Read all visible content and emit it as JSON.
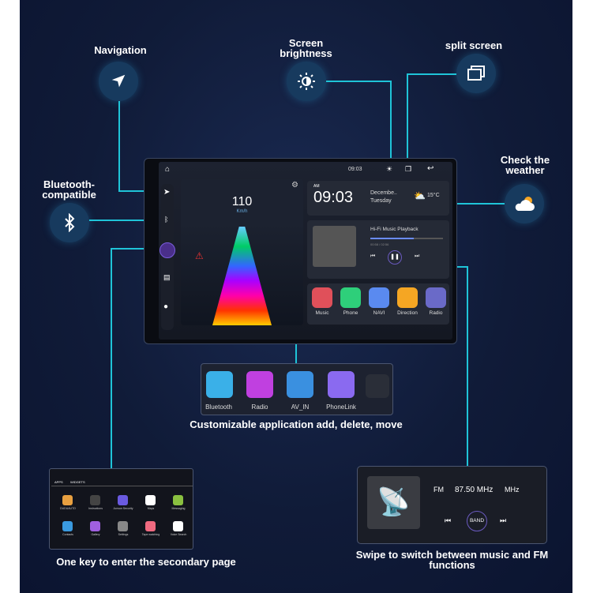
{
  "callouts": {
    "navigation": "Navigation",
    "brightness": "Screen brightness",
    "split": "split screen",
    "weather": "Check the weather",
    "bluetooth": "Bluetooth-compatible"
  },
  "device": {
    "status_time": "09:03",
    "speed": "110",
    "speed_unit": "Km/h",
    "clock_ampm": "AM",
    "clock": "09:03",
    "date": "Decembe..",
    "weekday": "Tuesday",
    "temperature": "15°C",
    "music_title": "Hi-Fi Music Playback",
    "music_time": "00:58 / 02:56",
    "music_progress": 0.6,
    "apps": [
      "Music",
      "Phone",
      "NAVI",
      "Direction",
      "Radio"
    ]
  },
  "app_strip": {
    "apps": [
      "Bluetooth",
      "Radio",
      "AV_IN",
      "PhoneLink"
    ],
    "caption": "Customizable application add, delete, move"
  },
  "secondary": {
    "tabs": [
      "APPS",
      "WIDGETS"
    ],
    "apps": [
      "DUDUAUTO",
      "Instructions",
      "Junsun Security",
      "Maps",
      "Messaging",
      "Contacts",
      "Gallery",
      "Settings",
      "Tape watching",
      "Voice Search"
    ],
    "caption": "One key to enter the secondary page"
  },
  "fm": {
    "band": "FM",
    "frequency": "87.50 MHz",
    "unit": "MHz",
    "band_button": "BAND",
    "caption": "Swipe to switch between music and FM functions"
  },
  "colors": {
    "accent": "#1fc4d8",
    "background": "#101b38"
  }
}
